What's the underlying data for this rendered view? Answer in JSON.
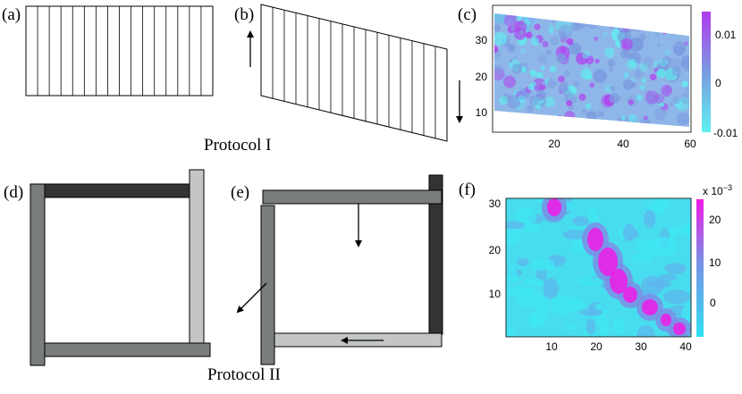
{
  "panel_labels": {
    "a": "(a)",
    "b": "(b)",
    "c": "(c)",
    "d": "(d)",
    "e": "(e)",
    "f": "(f)"
  },
  "protocols": {
    "one": "Protocol I",
    "two": "Protocol II"
  },
  "panel_c": {
    "x_ticks": [
      "20",
      "40",
      "60"
    ],
    "y_ticks": [
      "30",
      "20",
      "10"
    ],
    "colorbar_ticks": [
      "0.01",
      "0",
      "-0.01"
    ],
    "colors": {
      "low": "#5ef0f0",
      "mid": "#7b9be0",
      "high": "#b23cf0"
    }
  },
  "panel_f": {
    "x_ticks": [
      "10",
      "20",
      "30",
      "40"
    ],
    "y_ticks": [
      "30",
      "20",
      "10"
    ],
    "colorbar_ticks": [
      "20",
      "10",
      "0"
    ],
    "colorbar_multiplier": "x 10",
    "colorbar_exponent": "−3",
    "colors": {
      "low": "#2fe0f0",
      "mid": "#7a8fe6",
      "high": "#f01ae6"
    }
  },
  "bar_colors": {
    "dark": "#333333",
    "mid": "#7a7d7d",
    "light": "#c3c6c4"
  }
}
